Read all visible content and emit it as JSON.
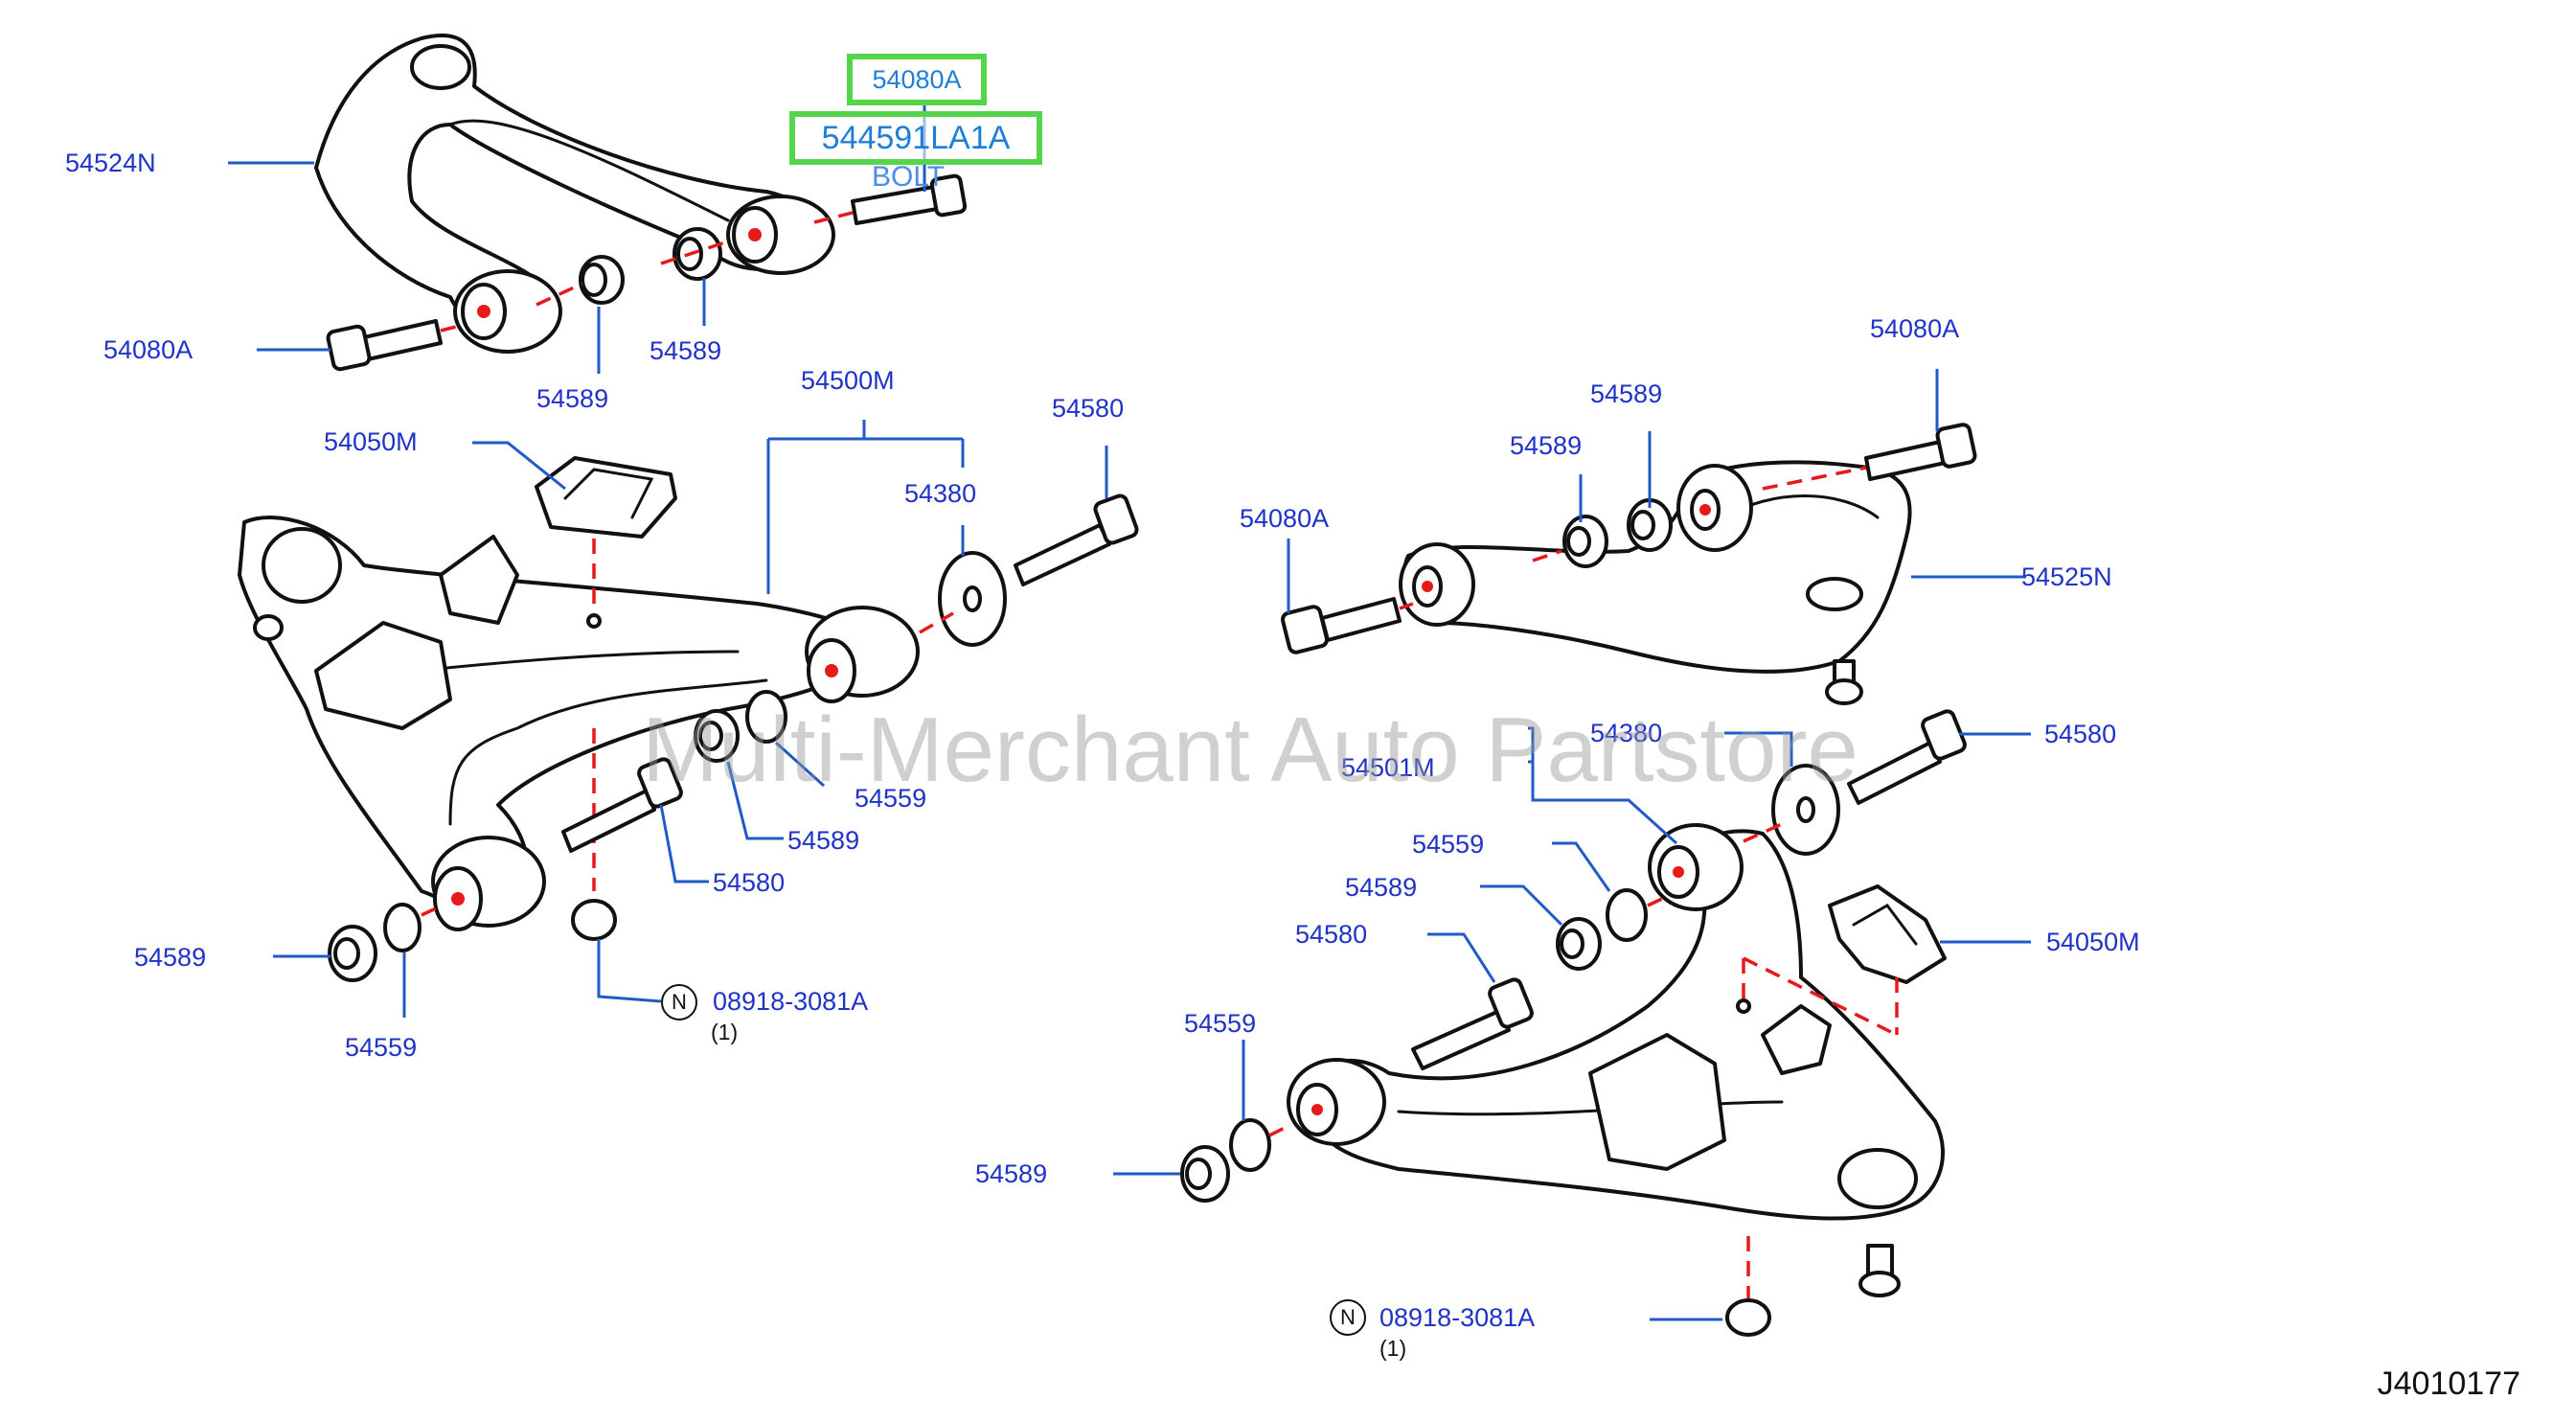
{
  "watermark": "Multi-Merchant Auto Partstore",
  "reference": "J4010177",
  "highlights": {
    "bolt_code": "54080A",
    "part_number": "544591LA1A",
    "bolt_label": "BOLT"
  },
  "labels": {
    "ua_left_arm": "54524N",
    "ua_left_bolt": "54080A",
    "ua_left_nut_a": "54589",
    "ua_left_nut_b": "54589",
    "la_left_assy": "54500M",
    "la_left_bolt_top": "54580",
    "la_left_stopper": "54050M",
    "la_left_washer_top": "54380",
    "la_left_washer_mid": "54559",
    "la_left_nut_mid": "54589",
    "la_left_bolt_mid": "54580",
    "la_left_nut_bot": "54589",
    "la_left_washer_bot": "54559",
    "la_left_nut_code": "08918-3081A",
    "la_left_nut_qty": "(1)",
    "ua_right_bolt_top": "54080A",
    "ua_right_nut_a": "54589",
    "ua_right_nut_b": "54589",
    "ua_right_bolt_left": "54080A",
    "ua_right_arm": "54525N",
    "la_right_washer_top": "54380",
    "la_right_bolt_top": "54580",
    "la_right_assy": "54501M",
    "la_right_washer_mid": "54559",
    "la_right_nut_mid": "54589",
    "la_right_bolt_mid": "54580",
    "la_right_stopper": "54050M",
    "la_right_washer_bot": "54559",
    "la_right_nut_bot": "54589",
    "la_right_nut_code": "08918-3081A",
    "la_right_nut_qty": "(1)"
  },
  "n_mark": "N"
}
